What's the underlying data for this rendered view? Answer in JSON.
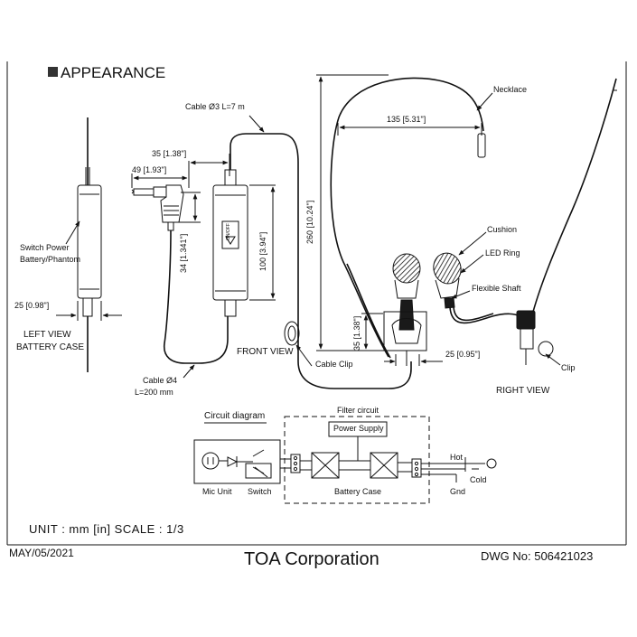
{
  "heading": "APPEARANCE",
  "labels": {
    "cable_3": "Cable Ø3 L=7 m",
    "dim_35": "35 [1.38\"]",
    "dim_49": "49 [1.93\"]",
    "dim_34": "34 [1.341\"]",
    "dim_100": "100 [3.94\"]",
    "dim_260": "260 [10.24\"]",
    "dim_135": "135 [5.31\"]",
    "necklace": "Necklace",
    "switch_power_1": "Switch Power",
    "switch_power_2": "Battery/Phantom",
    "dim_25a": "25 [0.98\"]",
    "left_view_1": "LEFT VIEW",
    "left_view_2": "BATTERY CASE",
    "cable_4_1": "Cable Ø4",
    "cable_4_2": "L=200 mm",
    "front_view": "FRONT VIEW",
    "cable_clip": "Cable Clip",
    "dim_35b": "35 [1.38\"]",
    "dim_25b": "25 [0.95\"]",
    "cushion": "Cushion",
    "led_ring": "LED Ring",
    "flexible_shaft": "Flexible Shaft",
    "clip": "Clip",
    "right_view": "RIGHT  VIEW",
    "case_mark": "ON/OFF"
  },
  "circuit": {
    "title": "Circuit diagram",
    "filter": "Filter circuit",
    "power_supply": "Power Supply",
    "mic_unit": "Mic Unit",
    "switch": "Switch",
    "battery_case": "Battery Case",
    "hot": "Hot",
    "cold": "Cold",
    "gnd": "Gnd"
  },
  "unit_line": "UNIT : mm [in] SCALE : 1/3",
  "footer": {
    "date": "MAY/05/2021",
    "company": "TOA Corporation",
    "dwg": "DWG No: 506421023"
  }
}
